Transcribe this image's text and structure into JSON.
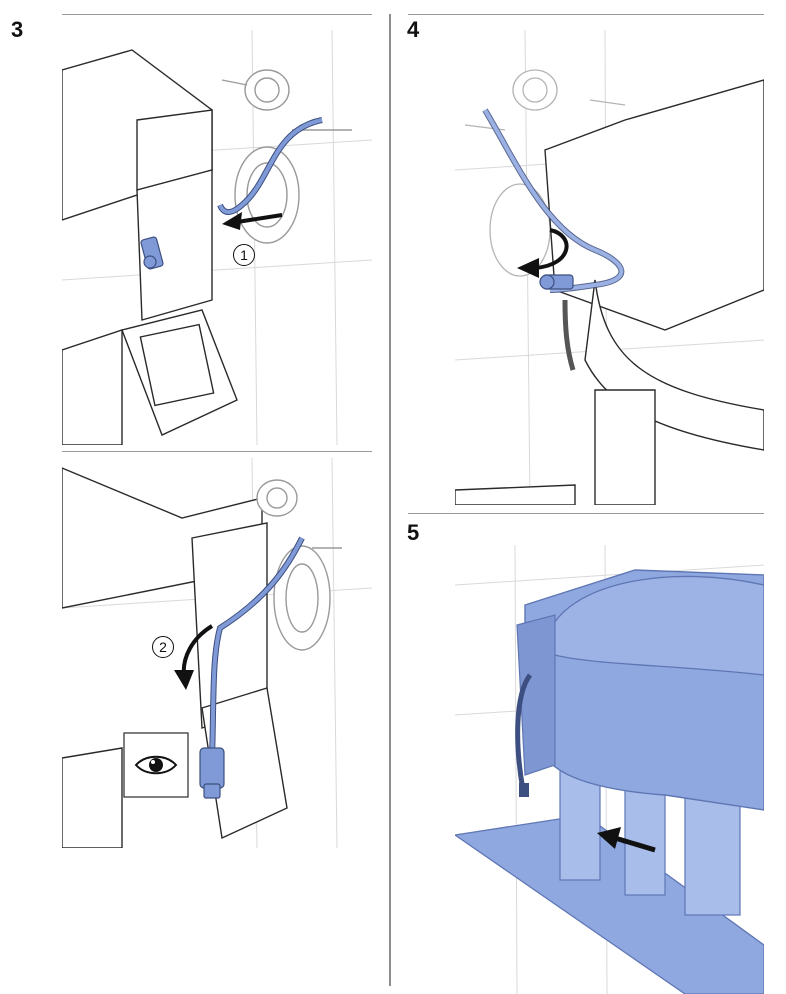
{
  "steps": {
    "step3": "3",
    "step4": "4",
    "step5": "5"
  },
  "callouts": {
    "c1": "1",
    "c2": "2"
  },
  "icons": {
    "eye": "eye-icon"
  },
  "colors": {
    "hose": "#7f9ad6",
    "hose_dark": "#3d4f80",
    "fixture": "#8fa8e0",
    "fixture_dark": "#5f76b4",
    "line": "#2a2a2a",
    "wall": "#d9d9d9"
  }
}
